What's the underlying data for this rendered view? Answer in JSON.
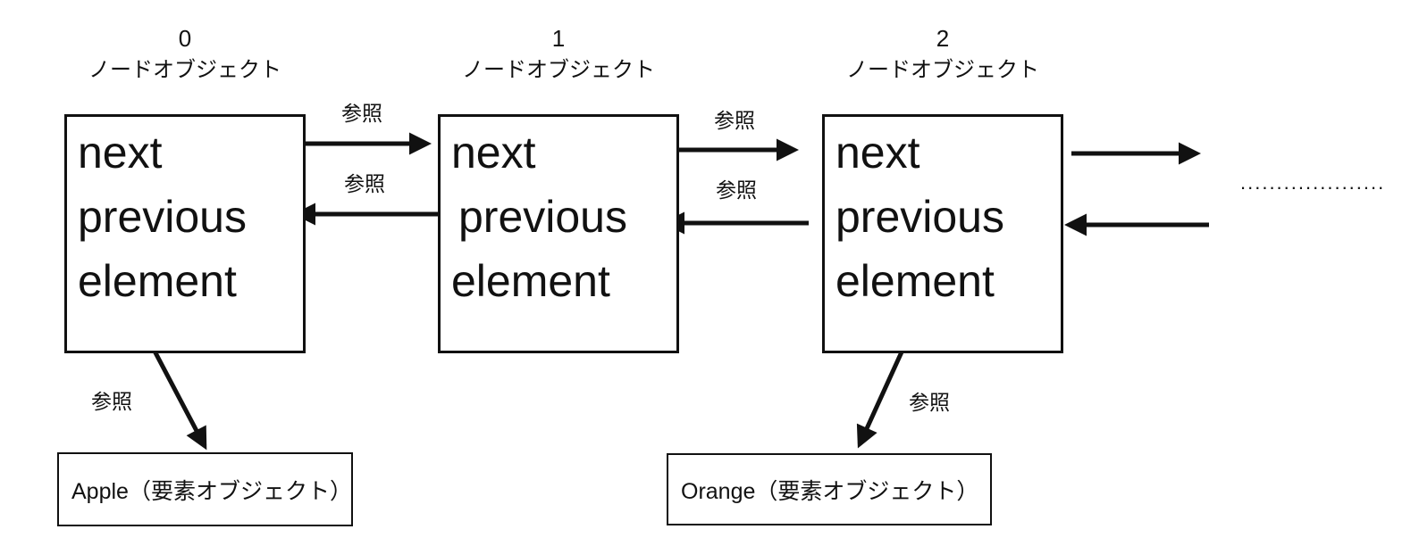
{
  "nodes": [
    {
      "index": "0",
      "type_label": "ノードオブジェクト",
      "fields": [
        "next",
        "previous",
        "element"
      ]
    },
    {
      "index": "1",
      "type_label": "ノードオブジェクト",
      "fields": [
        "next",
        "previous",
        "element"
      ]
    },
    {
      "index": "2",
      "type_label": "ノードオブジェクト",
      "fields": [
        "next",
        "previous",
        "element"
      ]
    }
  ],
  "labels": {
    "reference": "参照",
    "continuation": "...................."
  },
  "elements": [
    {
      "label": "Apple（要素オブジェクト）"
    },
    {
      "label": "Orange（要素オブジェクト）"
    }
  ],
  "colors": {
    "ink": "#111111",
    "background": "#ffffff"
  }
}
